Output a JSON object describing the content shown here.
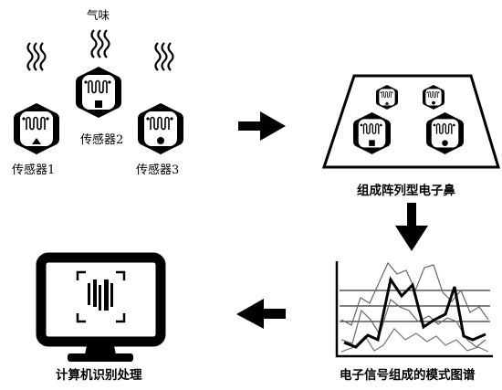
{
  "odor_label": "气味",
  "sensors": [
    {
      "label": "传感器1",
      "marker": "triangle"
    },
    {
      "label": "传感器2",
      "marker": "square"
    },
    {
      "label": "传感器3",
      "marker": "circle"
    }
  ],
  "array_label": "组成阵列型电子鼻",
  "pattern_label": "电子信号组成的模式图谱",
  "computer_label": "计算机识别处理",
  "icons": {
    "odor": "odor-wave-icon",
    "sensor": "gas-sensor-icon",
    "arrow": "flow-arrow-icon",
    "monitor": "computer-monitor-icon",
    "barcode": "barcode-icon"
  },
  "colors": {
    "ink": "#000000",
    "background": "#ffffff"
  }
}
